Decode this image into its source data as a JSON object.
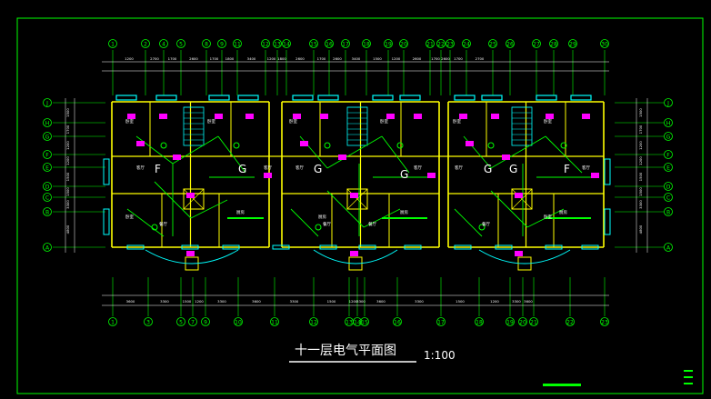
{
  "drawing": {
    "title": "十一层电气平面图",
    "scale": "1:100",
    "unit_letters": [
      "G",
      "G",
      "G",
      "G",
      "G",
      "F",
      "F"
    ],
    "axis_top": [
      "1",
      "2",
      "4",
      "5",
      "8",
      "9",
      "11",
      "12",
      "13",
      "14",
      "15",
      "16",
      "17",
      "18",
      "19",
      "20",
      "21",
      "22",
      "23",
      "24",
      "25",
      "26",
      "27",
      "28",
      "29",
      "30"
    ],
    "axis_bottom": [
      "1",
      "3",
      "5",
      "7",
      "9",
      "10",
      "11",
      "12",
      "13",
      "14",
      "15",
      "16",
      "17",
      "18",
      "19",
      "20",
      "21",
      "22",
      "23",
      "24",
      "25",
      "26",
      "27",
      "28",
      "29",
      "30"
    ],
    "axis_side": [
      "J",
      "H",
      "G",
      "F",
      "E",
      "D",
      "C",
      "B",
      "A"
    ],
    "top_dims": [
      "1200",
      "2700",
      "1700",
      "2600",
      "1700",
      "1800",
      "3400",
      "1200",
      "1800",
      "2600",
      "1700",
      "2600",
      "3400",
      "1500",
      "1200",
      "2600",
      "1700",
      "2600",
      "1700",
      "2700"
    ],
    "bottom_dims": [
      "3600",
      "3300",
      "1500",
      "1200",
      "3300",
      "3600",
      "3300",
      "1500",
      "1200",
      "3300",
      "3600",
      "3300",
      "1500",
      "1200",
      "3300",
      "3600"
    ],
    "side_dims": [
      "1500",
      "1700",
      "1200",
      "1200",
      "1500",
      "1500",
      "3300",
      "4800"
    ],
    "room_labels": [
      "卧室",
      "卧室",
      "卧室",
      "卧室",
      "卧室",
      "卧室",
      "卧室",
      "卧室",
      "客厅",
      "客厅",
      "客厅",
      "客厅",
      "客厅",
      "客厅",
      "厨房",
      "厨房",
      "厨房",
      "厨房",
      "餐厅",
      "餐厅",
      "餐厅",
      "餐厅"
    ],
    "colors": {
      "background": "#000000",
      "frame": "#00ff00",
      "axis": "#00ff00",
      "wall": "#ffff00",
      "window": "#00ffff",
      "device": "#ff00ff",
      "wiring": "#00ff00",
      "text": "#ffffff",
      "dim": "#ffffff"
    }
  }
}
